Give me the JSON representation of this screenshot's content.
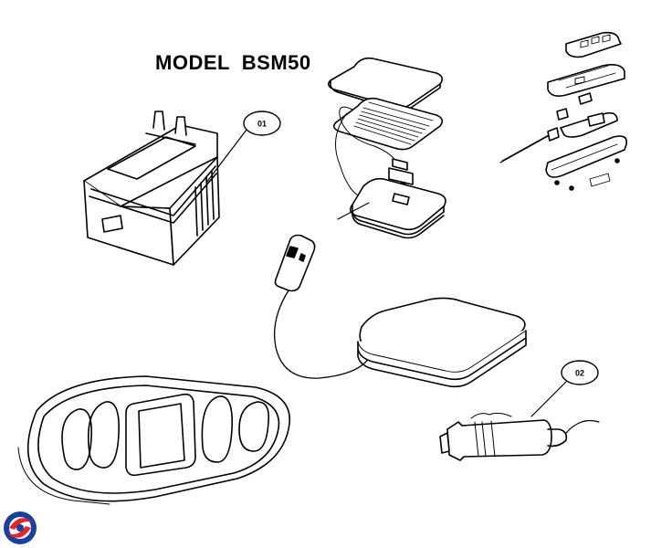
{
  "title": "MODEL  BSM50",
  "callouts": [
    {
      "id": "01",
      "label": "01"
    },
    {
      "id": "02",
      "label": "02"
    }
  ],
  "colors": {
    "ink": "#000000",
    "paper": "#ffffff",
    "logo_blue": "#1a3f9c",
    "logo_red": "#e0262b"
  }
}
